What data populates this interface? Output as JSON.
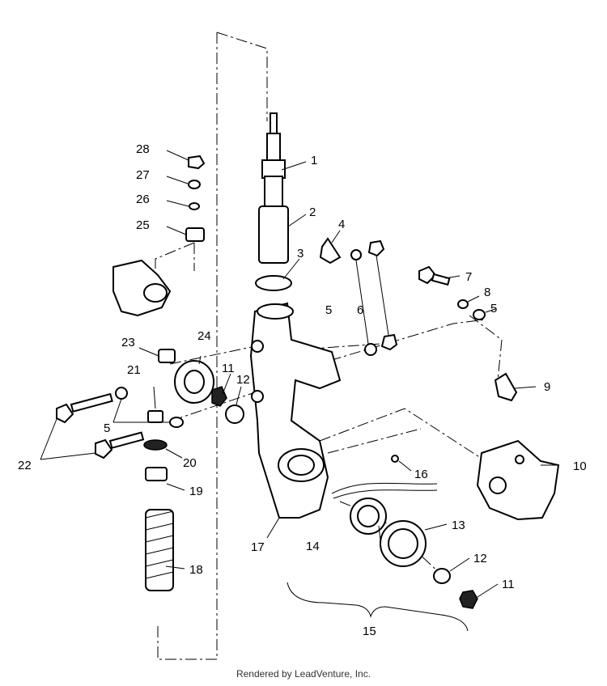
{
  "callouts": [
    {
      "id": "1",
      "text": "1"
    },
    {
      "id": "2",
      "text": "2"
    },
    {
      "id": "3",
      "text": "3"
    },
    {
      "id": "4",
      "text": "4"
    },
    {
      "id": "5a",
      "text": "5"
    },
    {
      "id": "5b",
      "text": "5"
    },
    {
      "id": "5c",
      "text": "5"
    },
    {
      "id": "6",
      "text": "6"
    },
    {
      "id": "7",
      "text": "7"
    },
    {
      "id": "8",
      "text": "8"
    },
    {
      "id": "9",
      "text": "9"
    },
    {
      "id": "10",
      "text": "10"
    },
    {
      "id": "11a",
      "text": "11"
    },
    {
      "id": "11b",
      "text": "11"
    },
    {
      "id": "12a",
      "text": "12"
    },
    {
      "id": "12b",
      "text": "12"
    },
    {
      "id": "13",
      "text": "13"
    },
    {
      "id": "14",
      "text": "14"
    },
    {
      "id": "15",
      "text": "15"
    },
    {
      "id": "16",
      "text": "16"
    },
    {
      "id": "17",
      "text": "17"
    },
    {
      "id": "18",
      "text": "18"
    },
    {
      "id": "19",
      "text": "19"
    },
    {
      "id": "20",
      "text": "20"
    },
    {
      "id": "21",
      "text": "21"
    },
    {
      "id": "22",
      "text": "22"
    },
    {
      "id": "23",
      "text": "23"
    },
    {
      "id": "24",
      "text": "24"
    },
    {
      "id": "25",
      "text": "25"
    },
    {
      "id": "26",
      "text": "26"
    },
    {
      "id": "27",
      "text": "27"
    },
    {
      "id": "28",
      "text": "28"
    }
  ],
  "footer": "Rendered by LeadVenture, Inc."
}
